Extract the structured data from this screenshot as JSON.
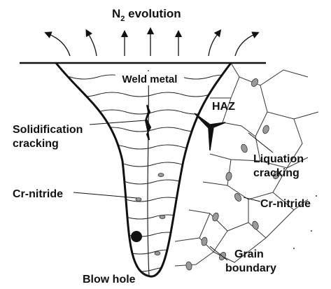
{
  "diagram": {
    "title": {
      "symbol": "N",
      "subscript": "2",
      "rest": " evolution"
    },
    "labels": {
      "weld_metal": "Weld metal",
      "haz": "HAZ",
      "solidification_cracking": [
        "Solidification",
        "cracking"
      ],
      "liquation_cracking": [
        "Liquation",
        "cracking"
      ],
      "cr_nitride_left": "Cr-nitride",
      "cr_nitride_right": "Cr-nitride",
      "grain_boundary": [
        "Grain",
        "boundary"
      ],
      "blow_hole": "Blow hole"
    },
    "colors": {
      "ink": "#111111",
      "nitride_fill": "#9a9a9a",
      "background": "#ffffff"
    }
  }
}
